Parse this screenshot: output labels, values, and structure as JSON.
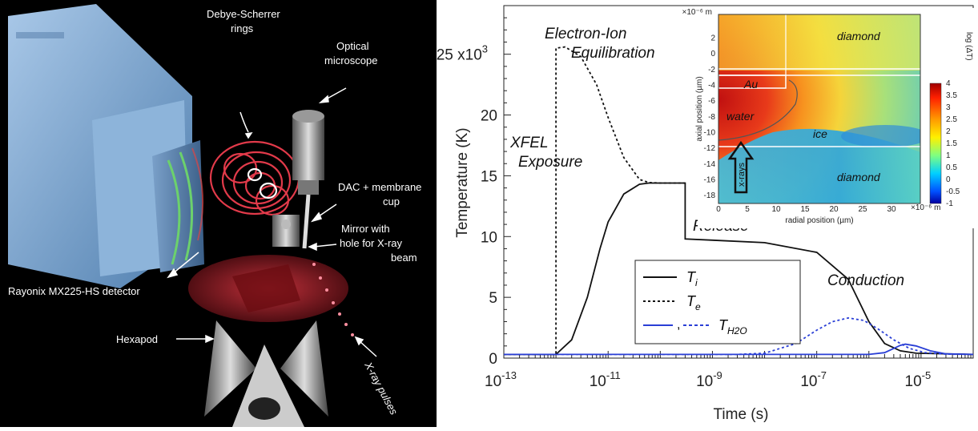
{
  "left_panel": {
    "labels": {
      "debye": [
        "Debye-Scherrer",
        "rings"
      ],
      "microscope": [
        "Optical",
        "microscope"
      ],
      "dac": [
        "DAC + membrane",
        "cup"
      ],
      "mirror": [
        "Mirror with",
        "hole for X-ray",
        "beam"
      ],
      "detector": "Rayonix MX225-HS detector",
      "hexapod": "Hexapod",
      "pulses": "X-ray pulses"
    }
  },
  "colors": {
    "ti": "#111111",
    "te": "#111111",
    "th2o": "#2a3fd6",
    "ring": "#e23a4a",
    "detector_body": "#7fa9d4"
  },
  "chart_data": [
    {
      "type": "line",
      "xlabel": "Time (s)",
      "ylabel": "Temperature (K)",
      "x_scale": "log",
      "xlim": [
        1e-13,
        0.0001
      ],
      "ylim": [
        0,
        29000
      ],
      "x_ticks": [
        "10",
        "10",
        "10",
        "10",
        "10"
      ],
      "x_tick_exponents": [
        "-13",
        "-11",
        "-9",
        "-7",
        "-5"
      ],
      "x_tick_values": [
        1e-13,
        1e-11,
        1e-09,
        1e-07,
        1e-05
      ],
      "y_ticks": [
        "0",
        "5",
        "10",
        "15",
        "20",
        "25 x10"
      ],
      "y_tick_values": [
        0,
        5000,
        10000,
        15000,
        20000,
        25000
      ],
      "y_tick_exponent": "3",
      "series": [
        {
          "name": "T",
          "subscript": "i",
          "style": "solid",
          "color": "#111111",
          "x": [
            1e-13,
            1e-12,
            2e-12,
            4e-12,
            7e-12,
            1e-11,
            2e-11,
            4e-11,
            6e-11,
            1e-10,
            3e-10,
            3e-10,
            1e-09,
            1e-08,
            1e-07,
            4e-07,
            1e-06,
            2e-06,
            4e-06,
            8e-06,
            0.0001
          ],
          "y": [
            300,
            300,
            1500,
            5000,
            9000,
            11200,
            13500,
            14300,
            14400,
            14400,
            14400,
            9800,
            9700,
            9500,
            8700,
            6500,
            3000,
            1200,
            600,
            400,
            300
          ]
        },
        {
          "name": "T",
          "subscript": "e",
          "style": "dashed",
          "color": "#111111",
          "x": [
            1e-13,
            1e-12,
            1e-12,
            1.5e-12,
            3e-12,
            6e-12,
            1e-11,
            2e-11,
            4e-11,
            6e-11,
            1e-10,
            3e-10
          ],
          "y": [
            300,
            300,
            25500,
            25600,
            24800,
            22500,
            19800,
            16500,
            14700,
            14450,
            14400,
            14400
          ]
        },
        {
          "name": "T",
          "subscript": "H2O",
          "style": "solid",
          "color": "#2a3fd6",
          "x": [
            1e-13,
            1e-06,
            2e-06,
            3e-06,
            4e-06,
            5e-06,
            8e-06,
            1.5e-05,
            3e-05,
            0.0001
          ],
          "y": [
            300,
            300,
            450,
            800,
            1050,
            1150,
            1000,
            600,
            350,
            300
          ]
        },
        {
          "name": "T",
          "subscript": "H2O",
          "style": "dashed",
          "color": "#2a3fd6",
          "x": [
            1e-13,
            3e-09,
            1e-08,
            4e-08,
            1e-07,
            2e-07,
            4e-07,
            8e-07,
            1.5e-06,
            3e-06,
            6e-06,
            1.2e-05,
            3e-05,
            0.0001
          ],
          "y": [
            300,
            300,
            400,
            1200,
            2300,
            3000,
            3300,
            3100,
            2400,
            1500,
            800,
            450,
            320,
            300
          ]
        }
      ],
      "annotations": [
        "Electron-Ion",
        "Equilibration",
        "XFEL",
        "Exposure",
        "Release",
        "Conduction"
      ],
      "legend": {
        "placement": "lower-left-center",
        "entries": [
          {
            "symbol": "T",
            "sub": "i"
          },
          {
            "symbol": "T",
            "sub": "e"
          },
          {
            "symbol": "T",
            "sub": "H2O",
            "prefix": ","
          }
        ]
      }
    },
    {
      "type": "heatmap",
      "xlabel": "radial position (µm)",
      "ylabel": "axial position (µm)",
      "colorbar_label": "log (ΔT)",
      "x_ticks": [
        "0",
        "5",
        "10",
        "15",
        "20",
        "25",
        "30"
      ],
      "x_tick_values": [
        0,
        5,
        10,
        15,
        20,
        25,
        30
      ],
      "x_corner": "×10⁻⁶ m",
      "y_ticks": [
        "2",
        "0",
        "-2",
        "-4",
        "-6",
        "-8",
        "-10",
        "-12",
        "-14",
        "-16",
        "-18"
      ],
      "y_tick_values": [
        2,
        0,
        -2,
        -4,
        -6,
        -8,
        -10,
        -12,
        -14,
        -16,
        -18
      ],
      "y_corner": "×10⁻⁶ m",
      "xlim": [
        0,
        35
      ],
      "ylim": [
        -19,
        5
      ],
      "colorbar_ticks": [
        "4",
        "3.5",
        "3",
        "2.5",
        "2",
        "1.5",
        "1",
        "0.5",
        "0",
        "-0.5",
        "-1"
      ],
      "colorbar_values": [
        4,
        3.5,
        3,
        2.5,
        2,
        1.5,
        1,
        0.5,
        0,
        -0.5,
        -1
      ],
      "regions": [
        "diamond",
        "Au",
        "water",
        "ice",
        "diamond"
      ],
      "arrow_label": "x-rays"
    }
  ]
}
